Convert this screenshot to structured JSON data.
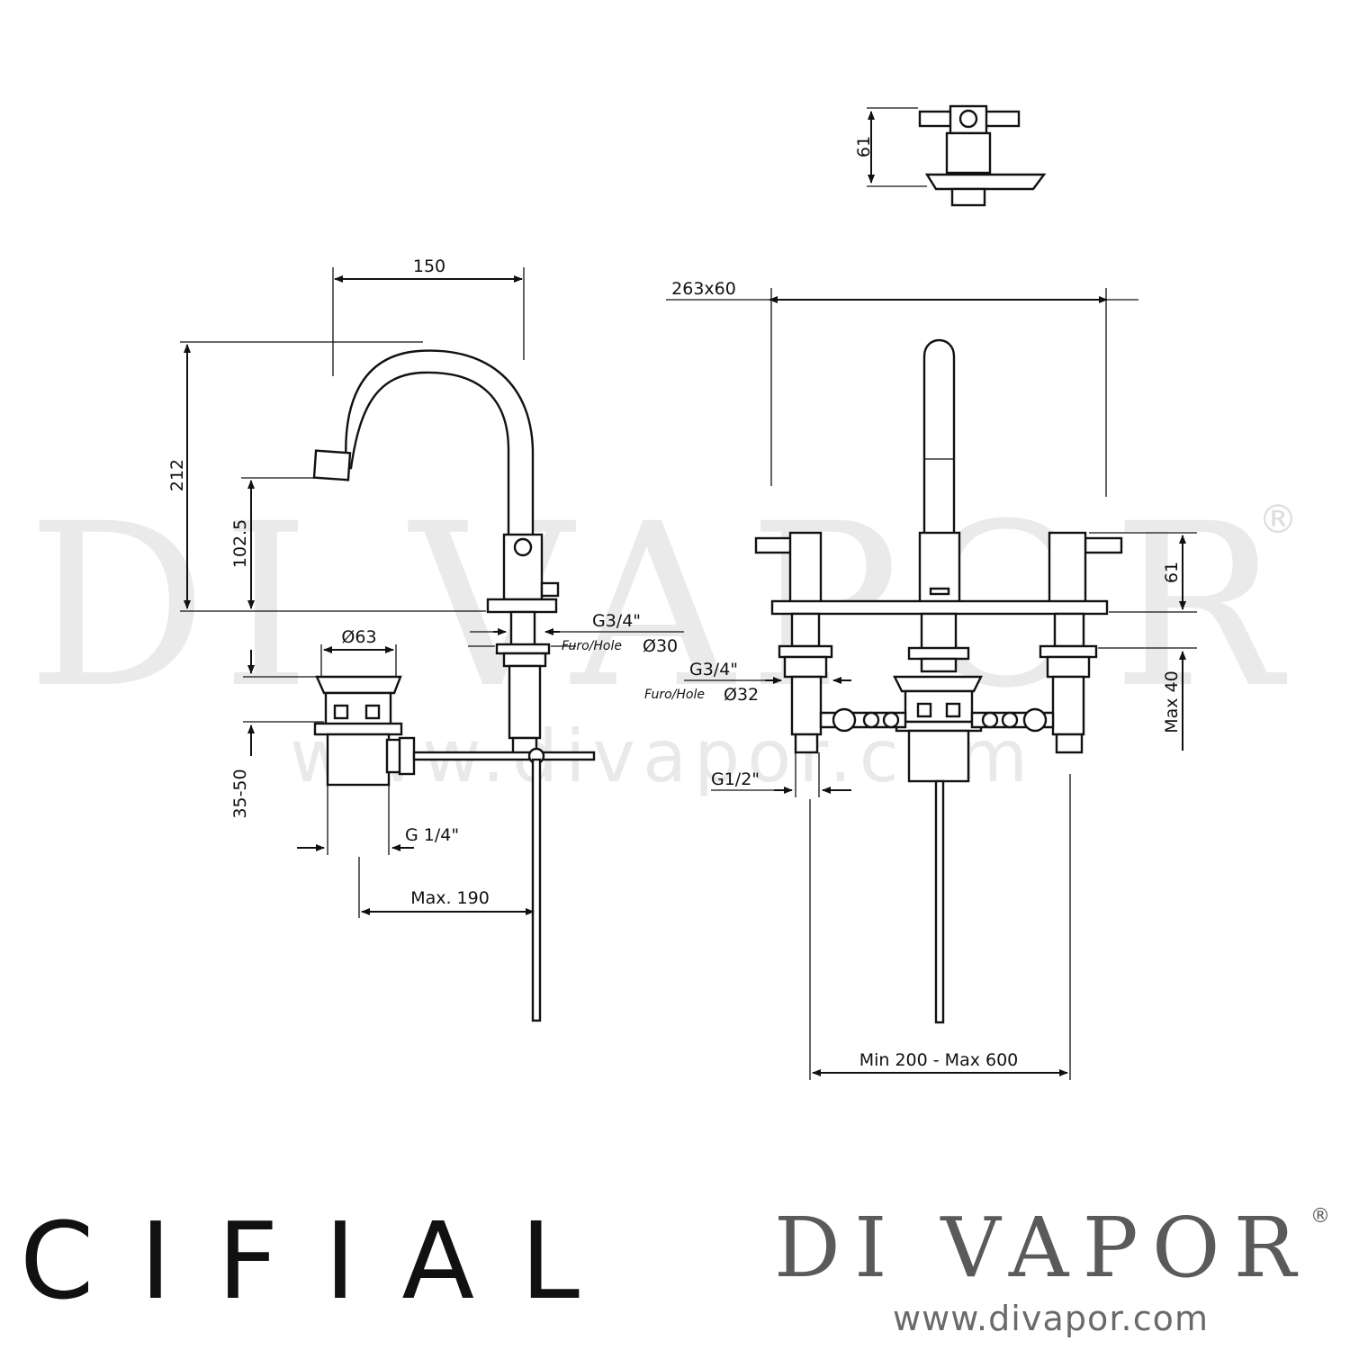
{
  "watermark": {
    "brand": "DI VAPOR",
    "registered": "®",
    "url": "www.divapor.com"
  },
  "dimensions": {
    "handle_top_height": "61",
    "spout_reach": "150",
    "spout_height": "212",
    "spout_outlet_height": "102.5",
    "waste_diameter": "Ø63",
    "waste_thickness": "35-50",
    "waste_thread": "G 1/4\"",
    "rod_max": "Max. 190",
    "spout_thread": "G3/4\"",
    "spout_hole_label": "Furo/Hole",
    "spout_hole_diameter": "Ø30",
    "plate_size": "263x60",
    "handle_thread": "G3/4\"",
    "handle_hole_label": "Furo/Hole",
    "handle_hole_diameter": "Ø32",
    "inlet_thread": "G1/2\"",
    "handle_height": "61",
    "deck_max": "Max 40",
    "spacing": "Min 200 - Max 600"
  },
  "logos": {
    "manufacturer": "CIFIAL",
    "retailer": "DI VAPOR",
    "retailer_registered": "®",
    "retailer_url": "www.divapor.com"
  }
}
